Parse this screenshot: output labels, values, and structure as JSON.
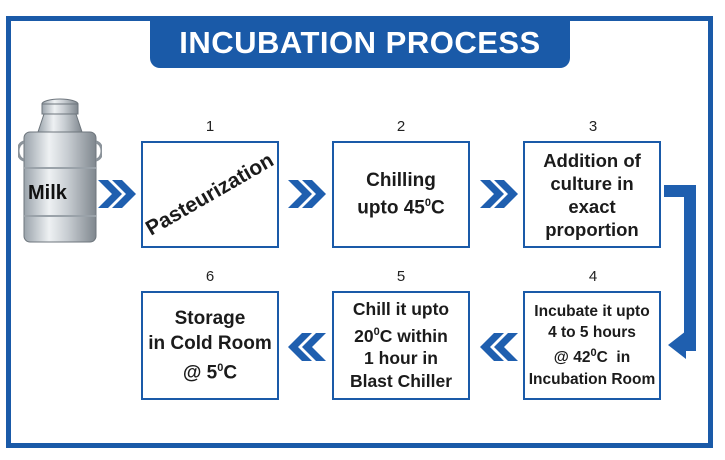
{
  "title": "INCUBATION PROCESS",
  "milk_label": "Milk",
  "steps": [
    {
      "number": "1",
      "text": "Pasteurization"
    },
    {
      "number": "2",
      "line1": "Chilling",
      "line2_pre": "upto 45",
      "line2_sup": "0",
      "line2_post": "C"
    },
    {
      "number": "3",
      "line1": "Addition of",
      "line2": "culture in",
      "line3": "exact",
      "line4": "proportion"
    },
    {
      "number": "4",
      "line1": "Incubate it upto",
      "line2": "4 to 5 hours",
      "line3_pre": "@ 42",
      "line3_sup": "0",
      "line3_post": "C  in",
      "line4": "Incubation Room"
    },
    {
      "number": "5",
      "line1": "Chill it upto",
      "line2_pre": "20",
      "line2_sup": "0",
      "line2_post": "C within",
      "line3": "1 hour in",
      "line4": "Blast Chiller"
    },
    {
      "number": "6",
      "line1": "Storage",
      "line2": "in Cold Room",
      "line3_pre": "@ 5",
      "line3_sup": "0",
      "line3_post": "C"
    }
  ],
  "colors": {
    "accent": "#1a5aa8",
    "arrow": "#1f5faf"
  }
}
